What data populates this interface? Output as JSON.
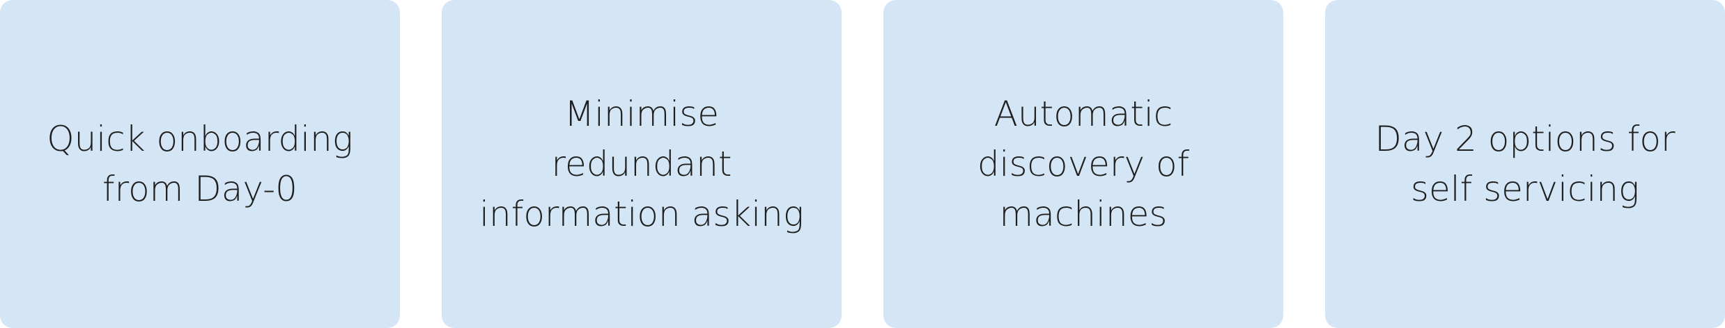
{
  "cards": [
    {
      "text": "Quick onboarding\nfrom Day-0"
    },
    {
      "text": "Minimise redundant\ninformation asking"
    },
    {
      "text": "Automatic\ndiscovery of\nmachines"
    },
    {
      "text": "Day 2 options for\nself servicing"
    }
  ],
  "colors": {
    "card_background": "#d4e6f5",
    "text": "#1f1f1f"
  }
}
